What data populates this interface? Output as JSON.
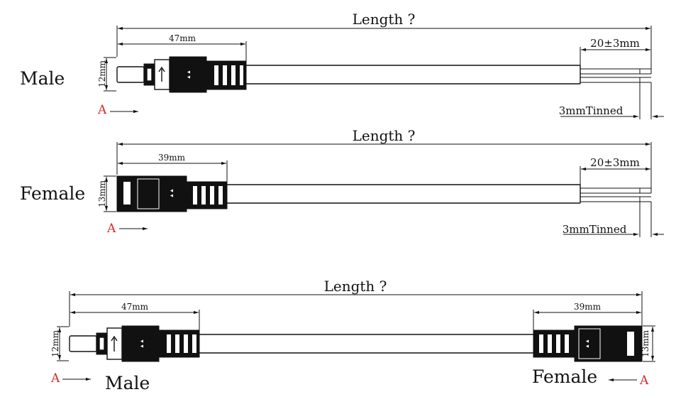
{
  "drawing1": {
    "label": "Male",
    "length": "Length ?",
    "connector_dim": "47mm",
    "diameter": "12mm",
    "strip_dim": "20±3mm",
    "tinned": "3mmTinned",
    "arrow_label": "A"
  },
  "drawing2": {
    "label": "Female",
    "length": "Length ?",
    "connector_dim": "39mm",
    "diameter": "13mm",
    "strip_dim": "20±3mm",
    "tinned": "3mmTinned",
    "arrow_label": "A"
  },
  "drawing3": {
    "length": "Length ?",
    "male_label": "Male",
    "female_label": "Female",
    "male_connector_dim": "47mm",
    "female_connector_dim": "39mm",
    "male_diameter": "12mm",
    "female_diameter": "13mm",
    "male_arrow_label": "A",
    "female_arrow_label": "A"
  },
  "colors": {
    "line": "#111111",
    "accent": "#d42a2a",
    "background": "#ffffff"
  }
}
